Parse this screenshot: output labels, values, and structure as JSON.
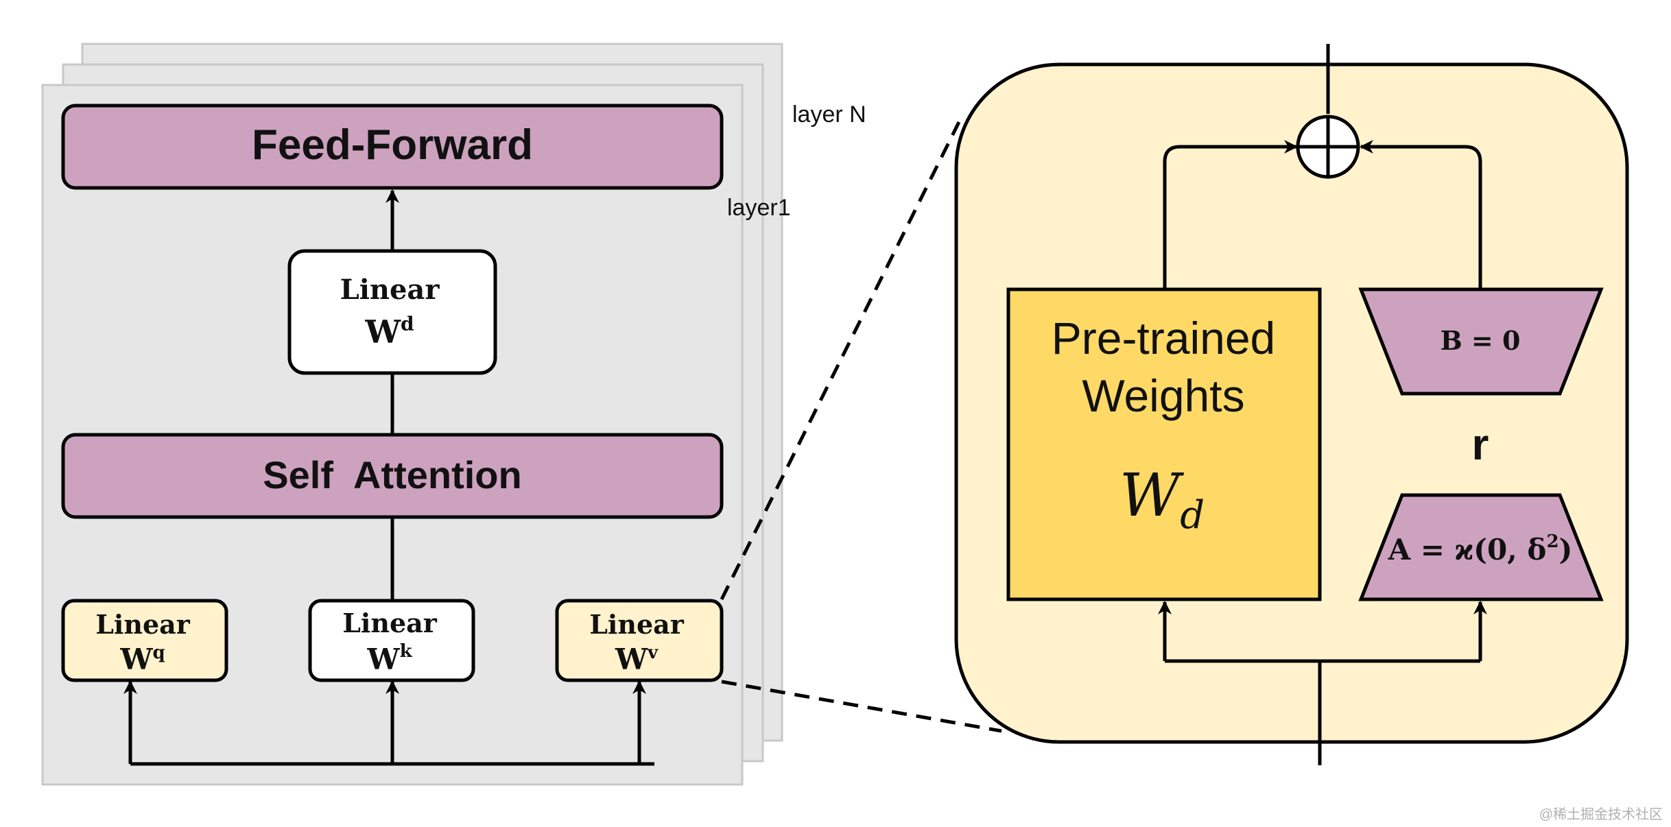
{
  "layers": {
    "top_label": "layer N",
    "front_label": "layer1"
  },
  "transformer": {
    "feed_forward": "Feed-Forward",
    "linear_d": {
      "title": "Linear",
      "symbol": "W",
      "sup": "d"
    },
    "self_attention": "Self  Attention",
    "linear_q": {
      "title": "Linear",
      "symbol": "W",
      "sup": "q"
    },
    "linear_k": {
      "title": "Linear",
      "symbol": "W",
      "sup": "k"
    },
    "linear_v": {
      "title": "Linear",
      "symbol": "W",
      "sup": "v"
    }
  },
  "lora": {
    "pretrained_line1": "Pre-trained",
    "pretrained_line2": "Weights",
    "weight_symbol": "W",
    "weight_sub": "d",
    "b_matrix": "B = 0",
    "rank_label": "r",
    "a_matrix_prefix": "A = ϰ(0, δ",
    "a_matrix_sup": "2",
    "a_matrix_suffix": ")"
  },
  "watermark": "@稀土掘金技术社区",
  "colors": {
    "layer_bg": "#e6e6e6",
    "layer_border": "#c8c8c8",
    "purple": "#cda2bf",
    "light_yellow": "#fff2cc",
    "gold": "#ffd966",
    "stroke": "#000000"
  }
}
